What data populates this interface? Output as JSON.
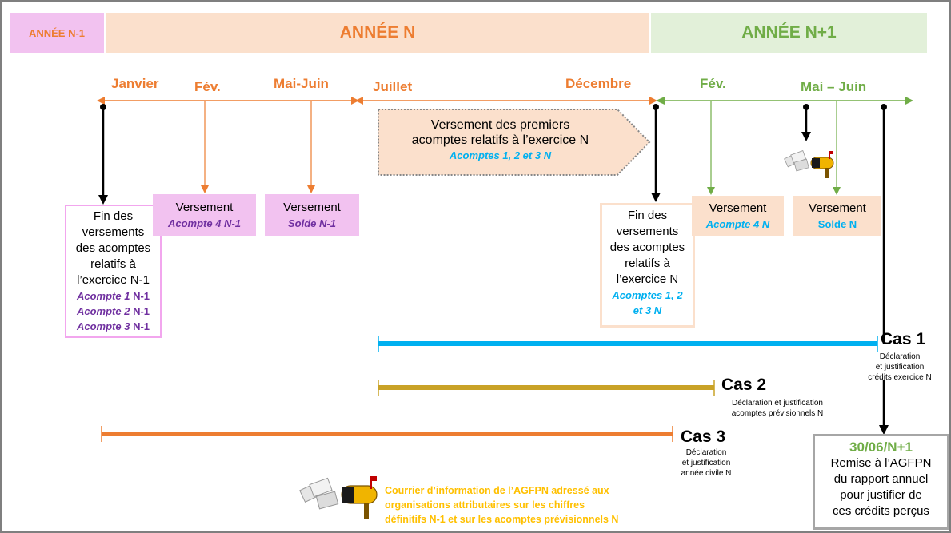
{
  "years": {
    "prev": "ANNÉE N-1",
    "current": "ANNÉE N",
    "next": "ANNÉE N+1"
  },
  "months": {
    "janvier": "Janvier",
    "fev": "Fév.",
    "mai_juin": "Mai-Juin",
    "juillet": "Juillet",
    "decembre": "Décembre",
    "fev_next": "Fév.",
    "mai_juin_next": "Mai – Juin"
  },
  "arrow_box": {
    "line1": "Versement des premiers",
    "line2": "acomptes relatifs à l’exercice N",
    "sub": "Acomptes 1, 2 et 3 N"
  },
  "box_fin_n1": {
    "lines": [
      "Fin des",
      "versements",
      "des acomptes",
      "relatifs à",
      "l’exercice N-1"
    ],
    "acomptes": [
      {
        "italic": "Acompte 1",
        "plain": " N-1"
      },
      {
        "italic": "Acompte 2",
        "plain": " N-1"
      },
      {
        "italic": "Acompte 3",
        "plain": " N-1"
      }
    ]
  },
  "box_vers_a4_n1": {
    "title": "Versement",
    "sub": "Acompte 4  N-1"
  },
  "box_vers_solde_n1": {
    "title": "Versement",
    "sub": "Solde N-1"
  },
  "box_fin_n": {
    "lines": [
      "Fin des",
      "versements",
      "des acomptes",
      "relatifs à",
      "l’exercice N"
    ],
    "sub1": "Acomptes 1, 2",
    "sub2": "et 3 N"
  },
  "box_vers_a4_n": {
    "title": "Versement",
    "sub": "Acompte 4  N"
  },
  "box_vers_solde_n": {
    "title": "Versement",
    "sub": "Solde N"
  },
  "cas1": {
    "title": "Cas 1",
    "desc1": "Déclaration",
    "desc2": "et justification",
    "desc3": "crédits exercice N"
  },
  "cas2": {
    "title": "Cas 2",
    "desc1": "Déclaration et justification",
    "desc2": "acomptes prévisionnels N"
  },
  "cas3": {
    "title": "Cas 3",
    "desc1": "Déclaration",
    "desc2": "et justification",
    "desc3": "année civile N"
  },
  "final_box": {
    "date": "30/06/N+1",
    "lines": [
      "Remise à l’AGFPN",
      "du rapport annuel",
      "pour justifier de",
      "ces crédits perçus"
    ]
  },
  "courrier": {
    "lines": [
      "Courrier d’information de l’AGFPN adressé aux",
      "organisations attributaires sur les chiffres",
      "définitifs N-1 et sur les acomptes prévisionnels N"
    ]
  },
  "colors": {
    "orange": "#ed7d31",
    "green": "#70ad47",
    "blue": "#00b0f0",
    "gold": "#c9a227",
    "purple": "#7030a0",
    "yellow": "#ffc000",
    "pink_fill": "#f2c2f0",
    "peach_fill": "#fbe5d6"
  },
  "icons": [
    "mailbox-icon",
    "mailbox-icon"
  ]
}
